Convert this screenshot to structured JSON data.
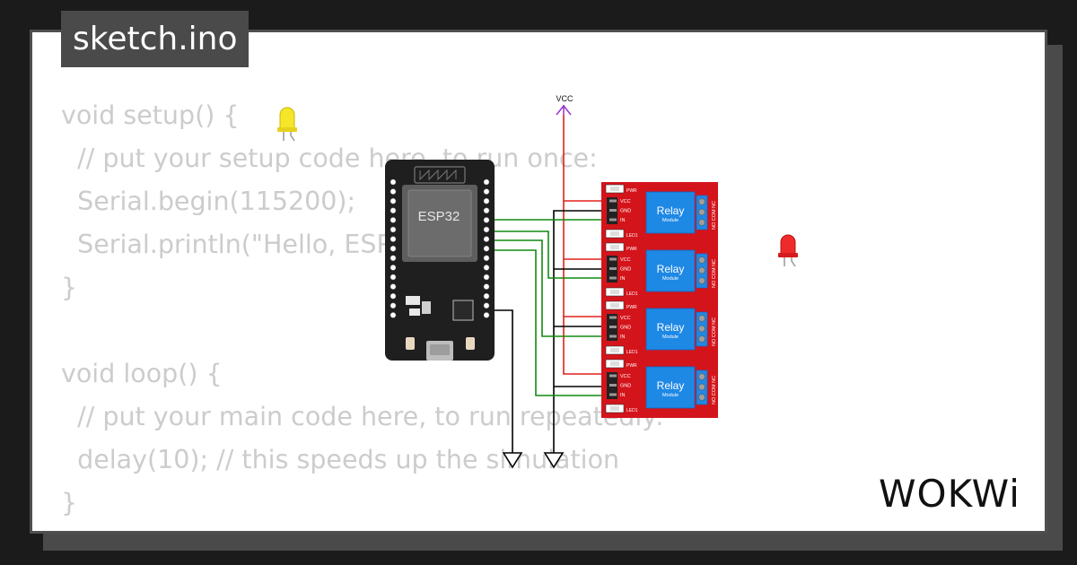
{
  "window": {
    "title": "sketch.ino"
  },
  "code": {
    "lines": [
      "void setup() {",
      "  // put your setup code here, to run once:",
      "  Serial.begin(115200);",
      "  Serial.println(\"Hello, ESP32!\");",
      "}",
      "",
      "void loop() {",
      "  // put your main code here, to run repeatedly:",
      "  delay(10); // this speeds up the simulation",
      "}"
    ]
  },
  "circuit": {
    "vcc_label": "VCC",
    "board_label": "ESP32",
    "relays": [
      {
        "title": "Relay",
        "subtitle": "Module",
        "pins": [
          "VCC",
          "GND",
          "IN"
        ],
        "pwr": "PWR",
        "led": "LED1",
        "contacts": "NO COM NC"
      },
      {
        "title": "Relay",
        "subtitle": "Module",
        "pins": [
          "VCC",
          "GND",
          "IN"
        ],
        "pwr": "PWR",
        "led": "LED1",
        "contacts": "NO COM NC"
      },
      {
        "title": "Relay",
        "subtitle": "Module",
        "pins": [
          "VCC",
          "GND",
          "IN"
        ],
        "pwr": "PWR",
        "led": "LED1",
        "contacts": "NO COM NC"
      },
      {
        "title": "Relay",
        "subtitle": "Module",
        "pins": [
          "VCC",
          "GND",
          "IN"
        ],
        "pwr": "PWR",
        "led": "LED1",
        "contacts": "NO COM NC"
      }
    ]
  },
  "colors": {
    "board": "#1f1f1f",
    "relay_board": "#d4141b",
    "relay_block": "#1e88e5",
    "wire_red": "#e0201b",
    "wire_green": "#118a11",
    "wire_black": "#000000",
    "vcc": "#9933cc"
  },
  "brand": {
    "logo": "WOKWi"
  }
}
